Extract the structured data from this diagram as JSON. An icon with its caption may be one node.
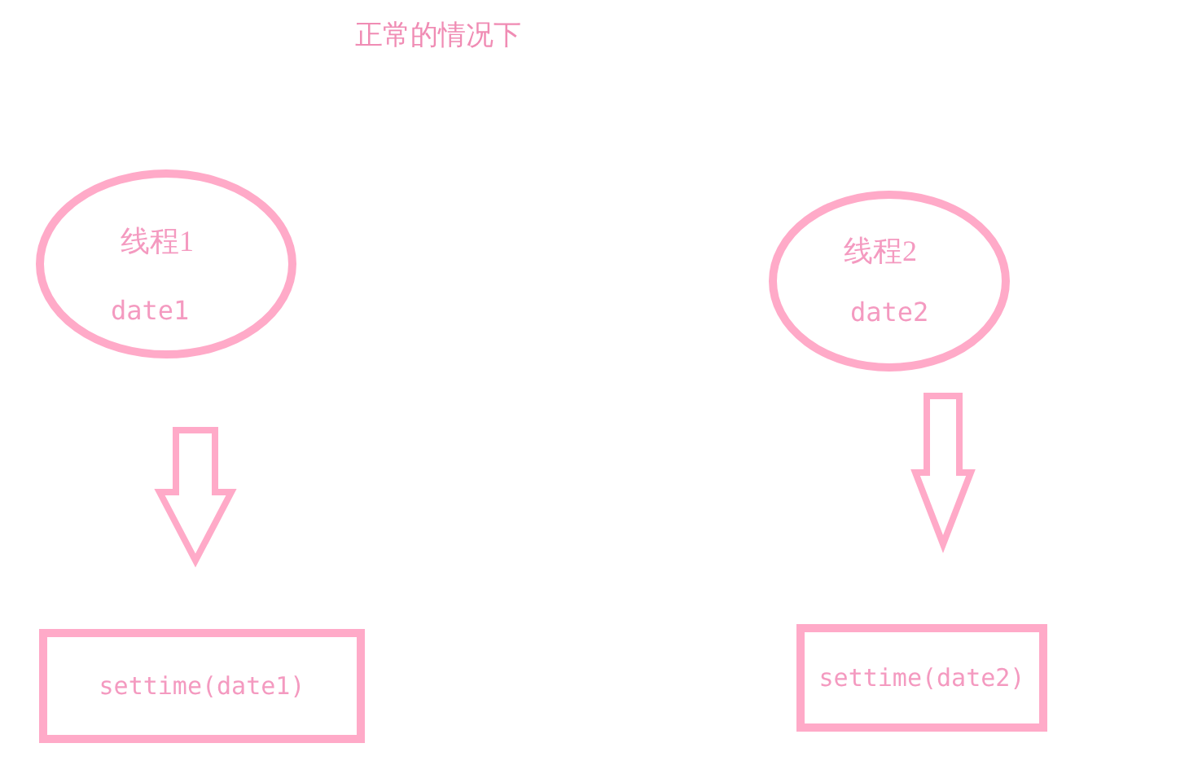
{
  "diagram": {
    "title": "正常的情况下",
    "nodes": [
      {
        "text": [
          "线程1",
          "date1"
        ]
      },
      {
        "text": [
          "线程2",
          "date2"
        ]
      },
      {
        "text": [
          "settime(date1)"
        ]
      },
      {
        "text": [
          "settime(date2)"
        ]
      }
    ],
    "edges": [
      {
        "from": 0,
        "to": 2,
        "arrow": "to",
        "style": "thick"
      },
      {
        "from": 1,
        "to": 3,
        "arrow": "to",
        "style": "thick"
      }
    ]
  }
}
